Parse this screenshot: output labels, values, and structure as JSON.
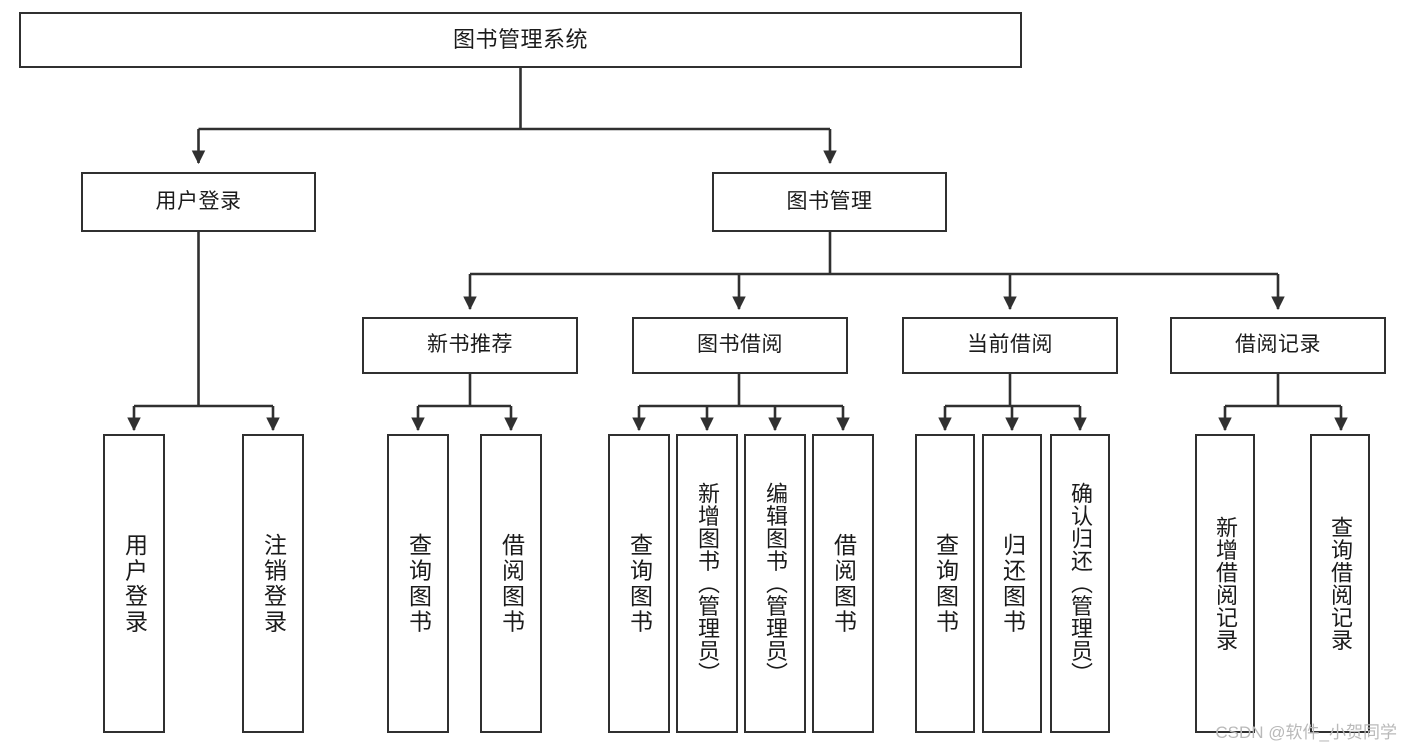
{
  "diagram": {
    "title": "图书管理系统",
    "type": "tree-hierarchy-diagram",
    "watermark": "CSDN @软件_小贺同学",
    "colors": {
      "stroke": "#303030",
      "fill": "#ffffff",
      "text": "#1b1b1b",
      "watermark": "#b9b9b9"
    },
    "nodes": {
      "root": "图书管理系统",
      "level2": {
        "user_login": "用户登录",
        "book_manage": "图书管理"
      },
      "level3": {
        "new_book_rec": "新书推荐",
        "book_borrow": "图书借阅",
        "current_borrow": "当前借阅",
        "borrow_record": "借阅记录"
      },
      "leaves": {
        "l1": "用户登录",
        "l2": "注销登录",
        "l3": "查询图书",
        "l4": "借阅图书",
        "l5": "查询图书",
        "l6": "新增图书（管理员）",
        "l7": "编辑图书（管理员）",
        "l8": "借阅图书",
        "l9": "查询图书",
        "l10": "归还图书",
        "l11": "确认归还（管理员）",
        "l12": "新增借阅记录",
        "l13": "查询借阅记录"
      }
    }
  }
}
